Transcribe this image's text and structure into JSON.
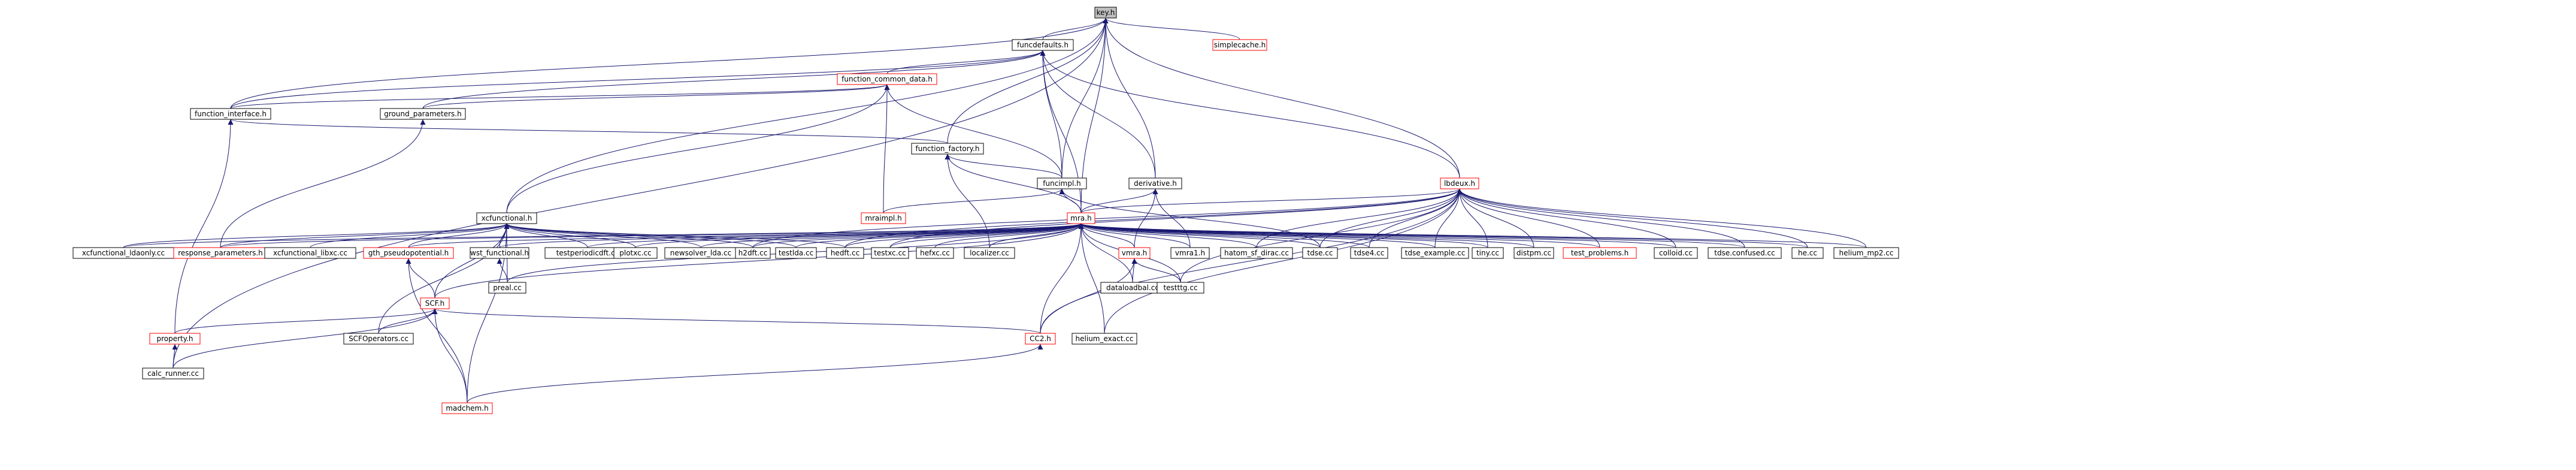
{
  "graph": {
    "root": "key.h",
    "nodes": [
      {
        "id": "key",
        "label": "key.h",
        "red": false,
        "root": true
      },
      {
        "id": "simplecache",
        "label": "simplecache.h",
        "red": true
      },
      {
        "id": "funcdefaults",
        "label": "funcdefaults.h",
        "red": false
      },
      {
        "id": "fcd",
        "label": "function_common_data.h",
        "red": true
      },
      {
        "id": "fiface",
        "label": "function_interface.h",
        "red": false
      },
      {
        "id": "ground",
        "label": "ground_parameters.h",
        "red": false
      },
      {
        "id": "ffactory",
        "label": "function_factory.h",
        "red": false
      },
      {
        "id": "funcimpl",
        "label": "funcimpl.h",
        "red": false
      },
      {
        "id": "derivative",
        "label": "derivative.h",
        "red": false
      },
      {
        "id": "lbdeux",
        "label": "lbdeux.h",
        "red": true
      },
      {
        "id": "mraimpl",
        "label": "mraimpl.h",
        "red": true
      },
      {
        "id": "xcfunctional",
        "label": "xcfunctional.h",
        "red": false
      },
      {
        "id": "mra",
        "label": "mra.h",
        "red": true
      },
      {
        "id": "xcf_lda",
        "label": "xcfunctional_ldaonly.cc",
        "red": false
      },
      {
        "id": "respparam",
        "label": "response_parameters.h",
        "red": true
      },
      {
        "id": "xcf_libxc",
        "label": "xcfunctional_libxc.cc",
        "red": false
      },
      {
        "id": "gthpseudo",
        "label": "gth_pseudopotential.h",
        "red": true
      },
      {
        "id": "wstfunc",
        "label": "wst_functional.h",
        "red": false
      },
      {
        "id": "testperiodic",
        "label": "testperiodicdft.cc",
        "red": false
      },
      {
        "id": "plotxc",
        "label": "plotxc.cc",
        "red": false
      },
      {
        "id": "newsolver",
        "label": "newsolver_lda.cc",
        "red": false
      },
      {
        "id": "h2dft",
        "label": "h2dft.cc",
        "red": false
      },
      {
        "id": "testlda",
        "label": "testlda.cc",
        "red": false
      },
      {
        "id": "hedft",
        "label": "hedft.cc",
        "red": false
      },
      {
        "id": "testxc",
        "label": "testxc.cc",
        "red": false
      },
      {
        "id": "hefxc",
        "label": "hefxc.cc",
        "red": false
      },
      {
        "id": "localizer",
        "label": "localizer.cc",
        "red": false
      },
      {
        "id": "vmra",
        "label": "vmra.h",
        "red": true
      },
      {
        "id": "vmra1",
        "label": "vmra1.h",
        "red": false
      },
      {
        "id": "hatom",
        "label": "hatom_sf_dirac.cc",
        "red": false
      },
      {
        "id": "tdse",
        "label": "tdse.cc",
        "red": false
      },
      {
        "id": "tdse4",
        "label": "tdse4.cc",
        "red": false
      },
      {
        "id": "tdse_ex",
        "label": "tdse_example.cc",
        "red": false
      },
      {
        "id": "tiny",
        "label": "tiny.cc",
        "red": false
      },
      {
        "id": "distpm",
        "label": "distpm.cc",
        "red": false
      },
      {
        "id": "testprob",
        "label": "test_problems.h",
        "red": true
      },
      {
        "id": "colloid",
        "label": "colloid.cc",
        "red": false
      },
      {
        "id": "tdseconf",
        "label": "tdse.confused.cc",
        "red": false
      },
      {
        "id": "hecc",
        "label": "he.cc",
        "red": false
      },
      {
        "id": "heliummp2",
        "label": "helium_mp2.cc",
        "red": false
      },
      {
        "id": "preal",
        "label": "preal.cc",
        "red": false
      },
      {
        "id": "dataload",
        "label": "dataloadbal.cc",
        "red": false
      },
      {
        "id": "testttg",
        "label": "testttg.cc",
        "red": false
      },
      {
        "id": "scf",
        "label": "SCF.h",
        "red": true
      },
      {
        "id": "property",
        "label": "property.h",
        "red": true
      },
      {
        "id": "scfops",
        "label": "SCFOperators.cc",
        "red": false
      },
      {
        "id": "cc2",
        "label": "CC2.h",
        "red": true
      },
      {
        "id": "heliumexact",
        "label": "helium_exact.cc",
        "red": false
      },
      {
        "id": "calcrunner",
        "label": "calc_runner.cc",
        "red": false
      },
      {
        "id": "madchem",
        "label": "madchem.h",
        "red": true
      }
    ],
    "edges": [
      [
        "funcdefaults",
        "key"
      ],
      [
        "simplecache",
        "key"
      ],
      [
        "xcfunctional",
        "key"
      ],
      [
        "fiface",
        "key"
      ],
      [
        "ffactory",
        "key"
      ],
      [
        "funcimpl",
        "key"
      ],
      [
        "mra",
        "key"
      ],
      [
        "derivative",
        "key"
      ],
      [
        "lbdeux",
        "key"
      ],
      [
        "fcd",
        "funcdefaults"
      ],
      [
        "fiface",
        "funcdefaults"
      ],
      [
        "ground",
        "funcdefaults"
      ],
      [
        "funcimpl",
        "funcdefaults"
      ],
      [
        "mra",
        "funcdefaults"
      ],
      [
        "derivative",
        "funcdefaults"
      ],
      [
        "lbdeux",
        "funcdefaults"
      ],
      [
        "fiface",
        "fcd"
      ],
      [
        "ground",
        "fcd"
      ],
      [
        "funcimpl",
        "fcd"
      ],
      [
        "mraimpl",
        "fcd"
      ],
      [
        "xcfunctional",
        "fcd"
      ],
      [
        "ffactory",
        "fiface"
      ],
      [
        "property",
        "fiface"
      ],
      [
        "respparam",
        "ground"
      ],
      [
        "funcimpl",
        "ffactory"
      ],
      [
        "mra",
        "ffactory"
      ],
      [
        "localizer",
        "ffactory"
      ],
      [
        "mraimpl",
        "funcimpl"
      ],
      [
        "mra",
        "funcimpl"
      ],
      [
        "tdse",
        "funcimpl"
      ],
      [
        "mra",
        "derivative"
      ],
      [
        "vmra",
        "derivative"
      ],
      [
        "vmra1",
        "derivative"
      ],
      [
        "mra",
        "lbdeux"
      ],
      [
        "h2dft",
        "lbdeux"
      ],
      [
        "hedft",
        "lbdeux"
      ],
      [
        "testxc",
        "lbdeux"
      ],
      [
        "hatom",
        "lbdeux"
      ],
      [
        "tdse",
        "lbdeux"
      ],
      [
        "tdse4",
        "lbdeux"
      ],
      [
        "tdse_ex",
        "lbdeux"
      ],
      [
        "tiny",
        "lbdeux"
      ],
      [
        "distpm",
        "lbdeux"
      ],
      [
        "testprob",
        "lbdeux"
      ],
      [
        "colloid",
        "lbdeux"
      ],
      [
        "tdseconf",
        "lbdeux"
      ],
      [
        "hecc",
        "lbdeux"
      ],
      [
        "heliummp2",
        "lbdeux"
      ],
      [
        "testttg",
        "lbdeux"
      ],
      [
        "cc2",
        "lbdeux"
      ],
      [
        "heliumexact",
        "lbdeux"
      ],
      [
        "xcf_lda",
        "xcfunctional"
      ],
      [
        "respparam",
        "xcfunctional"
      ],
      [
        "xcf_libxc",
        "xcfunctional"
      ],
      [
        "gthpseudo",
        "xcfunctional"
      ],
      [
        "wstfunc",
        "xcfunctional"
      ],
      [
        "testperiodic",
        "xcfunctional"
      ],
      [
        "plotxc",
        "xcfunctional"
      ],
      [
        "newsolver",
        "xcfunctional"
      ],
      [
        "h2dft",
        "xcfunctional"
      ],
      [
        "testlda",
        "xcfunctional"
      ],
      [
        "hedft",
        "xcfunctional"
      ],
      [
        "scf",
        "xcfunctional"
      ],
      [
        "scfops",
        "xcfunctional"
      ],
      [
        "madchem",
        "xcfunctional"
      ],
      [
        "preal",
        "xcfunctional"
      ],
      [
        "xcf_lda",
        "mra"
      ],
      [
        "plotxc",
        "mra"
      ],
      [
        "respparam",
        "mra"
      ],
      [
        "gthpseudo",
        "mra"
      ],
      [
        "wstfunc",
        "mra"
      ],
      [
        "testperiodic",
        "mra"
      ],
      [
        "newsolver",
        "mra"
      ],
      [
        "h2dft",
        "mra"
      ],
      [
        "testlda",
        "mra"
      ],
      [
        "hedft",
        "mra"
      ],
      [
        "testxc",
        "mra"
      ],
      [
        "hefxc",
        "mra"
      ],
      [
        "localizer",
        "mra"
      ],
      [
        "vmra",
        "mra"
      ],
      [
        "vmra1",
        "mra"
      ],
      [
        "hatom",
        "mra"
      ],
      [
        "tdse",
        "mra"
      ],
      [
        "tdse4",
        "mra"
      ],
      [
        "tdse_ex",
        "mra"
      ],
      [
        "tiny",
        "mra"
      ],
      [
        "distpm",
        "mra"
      ],
      [
        "testprob",
        "mra"
      ],
      [
        "colloid",
        "mra"
      ],
      [
        "tdseconf",
        "mra"
      ],
      [
        "hecc",
        "mra"
      ],
      [
        "heliummp2",
        "mra"
      ],
      [
        "dataload",
        "mra"
      ],
      [
        "testttg",
        "mra"
      ],
      [
        "scf",
        "mra"
      ],
      [
        "cc2",
        "mra"
      ],
      [
        "heliumexact",
        "mra"
      ],
      [
        "preal",
        "mra"
      ],
      [
        "dataload",
        "vmra"
      ],
      [
        "testttg",
        "vmra"
      ],
      [
        "cc2",
        "vmra"
      ],
      [
        "preal",
        "wstfunc"
      ],
      [
        "scf",
        "gthpseudo"
      ],
      [
        "madchem",
        "gthpseudo"
      ],
      [
        "property",
        "scf"
      ],
      [
        "scfops",
        "scf"
      ],
      [
        "cc2",
        "scf"
      ],
      [
        "calcrunner",
        "scf"
      ],
      [
        "madchem",
        "scf"
      ],
      [
        "calcrunner",
        "property"
      ],
      [
        "madchem",
        "cc2"
      ],
      [
        "calcrunner",
        "key"
      ]
    ]
  }
}
